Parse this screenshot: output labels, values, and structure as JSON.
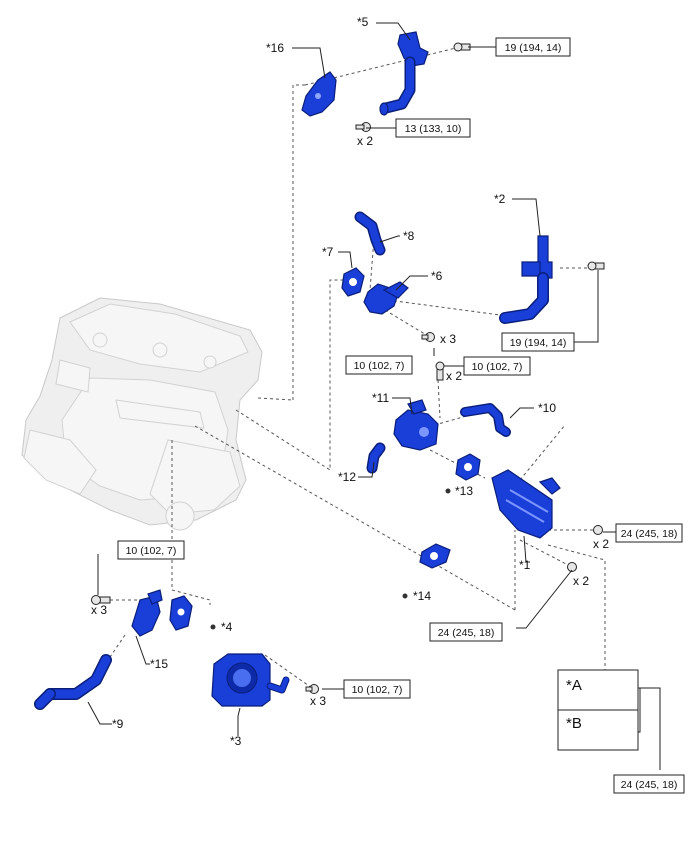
{
  "labels": {
    "p1": "*1",
    "p2": "*2",
    "p3": "*3",
    "p4": "*4",
    "p5": "*5",
    "p6": "*6",
    "p7": "*7",
    "p8": "*8",
    "p9": "*9",
    "p10": "*10",
    "p11": "*11",
    "p12": "*12",
    "p13": "*13",
    "p14": "*14",
    "p15": "*15",
    "p16": "*16"
  },
  "torque": {
    "t1": "19 (194, 14)",
    "t2": "13 (133, 10)",
    "t3": "19 (194, 14)",
    "t4": "10 (102, 7)",
    "t5": "10 (102, 7)",
    "t6": "24 (245, 18)",
    "t7": "24 (245, 18)",
    "t8": "10 (102, 7)",
    "t9": "10 (102, 7)",
    "t10": "24 (245, 18)"
  },
  "qty": {
    "q1": "x 2",
    "q2": "x 3",
    "q3": "x 2",
    "q4": "x 2",
    "q5": "x 2",
    "q6": "x 3",
    "q7": "x 3"
  },
  "legend": {
    "a": "*A",
    "b": "*B"
  },
  "colors": {
    "part": "#1a3fd9",
    "outline": "#0a1e7a",
    "engine": "#efefef"
  }
}
